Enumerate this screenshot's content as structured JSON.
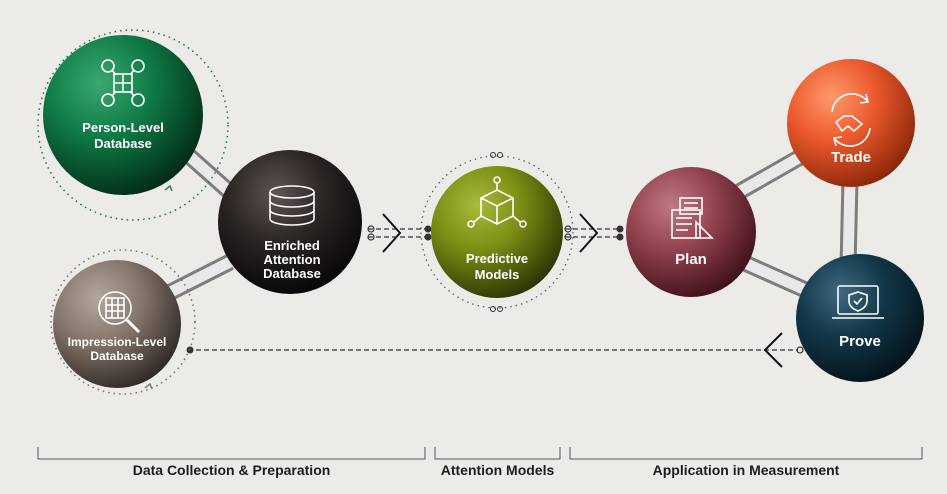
{
  "nodes": {
    "person_level": {
      "label_line1": "Person-Level",
      "label_line2": "Database",
      "icon": "people-network-icon",
      "color": "#0f7a45"
    },
    "impression_level": {
      "label_line1": "Impression-Level",
      "label_line2": "Database",
      "icon": "magnifier-grid-icon",
      "color": "#86776c"
    },
    "enriched": {
      "label_line1": "Enriched",
      "label_line2": "Attention",
      "label_line3": "Database",
      "icon": "database-icon",
      "color": "#2b2523"
    },
    "predictive": {
      "label_line1": "Predictive",
      "label_line2": "Models",
      "icon": "cube-network-icon",
      "color": "#7b8d14"
    },
    "plan": {
      "label": "Plan",
      "icon": "plan-documents-icon",
      "color": "#93434f"
    },
    "trade": {
      "label": "Trade",
      "icon": "handshake-icon",
      "color": "#ec5a2e"
    },
    "prove": {
      "label": "Prove",
      "icon": "laptop-shield-icon",
      "color": "#13384a"
    }
  },
  "sections": [
    {
      "label": "Data Collection & Preparation"
    },
    {
      "label": "Attention Models"
    },
    {
      "label": "Application in Measurement"
    }
  ]
}
